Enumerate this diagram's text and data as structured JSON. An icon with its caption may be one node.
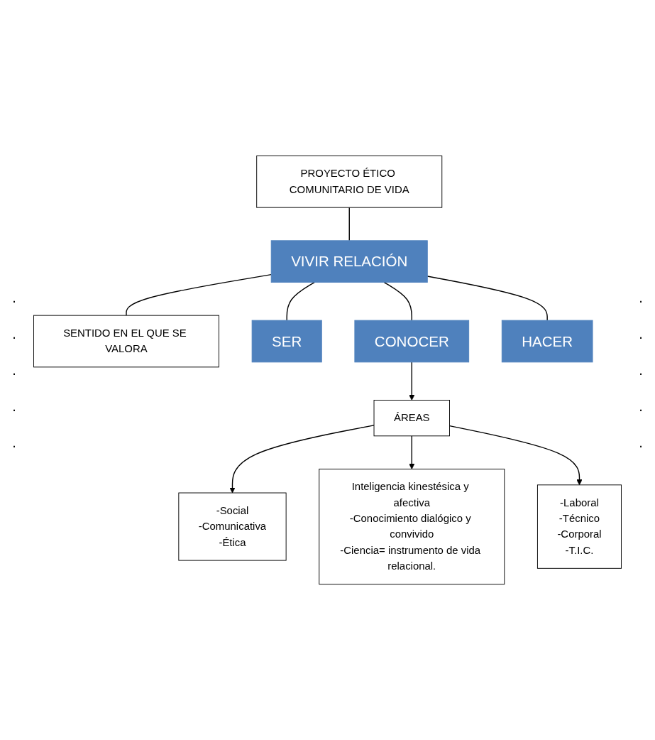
{
  "diagram": {
    "nodes": [
      {
        "text": [
          "PROYECTO ÉTICO COMUNITARIO DE VIDA"
        ]
      },
      {
        "text": [
          "VIVIR RELACIÓN"
        ]
      },
      {
        "text": [
          "SENTIDO EN EL QUE SE VALORA"
        ]
      },
      {
        "text": [
          "SER"
        ]
      },
      {
        "text": [
          "CONOCER"
        ]
      },
      {
        "text": [
          "HACER"
        ]
      },
      {
        "text": [
          "ÁREAS"
        ]
      },
      {
        "text": [
          "-Social",
          "-Comunicativa",
          "-Ética"
        ]
      },
      {
        "text": [
          "Inteligencia kinestésica y afectiva",
          "-Conocimiento dialógico y convivido",
          "-Ciencia= instrumento de vida relacional."
        ]
      },
      {
        "text": [
          "-Laboral",
          "-Técnico",
          "-Corporal",
          "-T.I.C."
        ]
      }
    ],
    "edges": [
      {
        "from": 0,
        "to": 1,
        "arrow": "none"
      },
      {
        "from": 1,
        "to": 2,
        "arrow": "none"
      },
      {
        "from": 1,
        "to": 3,
        "arrow": "none"
      },
      {
        "from": 1,
        "to": 4,
        "arrow": "none"
      },
      {
        "from": 1,
        "to": 5,
        "arrow": "none"
      },
      {
        "from": 4,
        "to": 6,
        "arrow": "to"
      },
      {
        "from": 6,
        "to": 7,
        "arrow": "to"
      },
      {
        "from": 6,
        "to": 8,
        "arrow": "to"
      },
      {
        "from": 6,
        "to": 9,
        "arrow": "to"
      }
    ],
    "labels": [
      ".",
      ".",
      ".",
      ".",
      ".",
      ".",
      ".",
      ".",
      ".",
      "."
    ]
  }
}
